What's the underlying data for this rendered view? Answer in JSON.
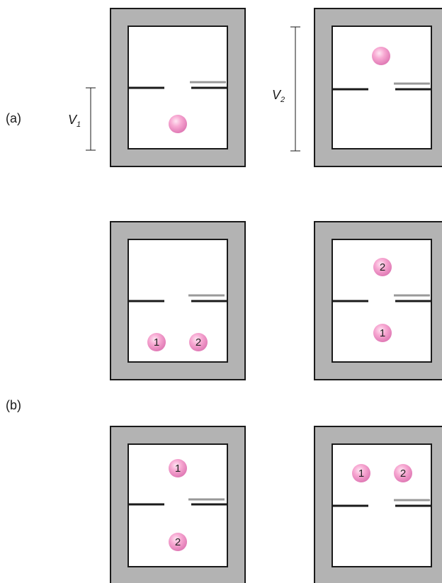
{
  "labels": {
    "panel_a": "(a)",
    "panel_b": "(b)",
    "v1": "V",
    "v1_sub": "1",
    "v2": "V",
    "v2_sub": "2"
  },
  "colors": {
    "frame": "#b3b3b3",
    "particle": "#f29ac8",
    "door": "#999999",
    "wall": "#1a1a1a"
  },
  "boxes": [
    {
      "id": "a-left",
      "particles": [
        {
          "label": ""
        }
      ]
    },
    {
      "id": "a-right",
      "particles": [
        {
          "label": ""
        }
      ]
    },
    {
      "id": "b1-left",
      "particles": [
        {
          "label": "1"
        },
        {
          "label": "2"
        }
      ]
    },
    {
      "id": "b1-right",
      "particles": [
        {
          "label": "2"
        },
        {
          "label": "1"
        }
      ]
    },
    {
      "id": "b2-left",
      "particles": [
        {
          "label": "1"
        },
        {
          "label": "2"
        }
      ]
    },
    {
      "id": "b2-right",
      "particles": [
        {
          "label": "1"
        },
        {
          "label": "2"
        }
      ]
    }
  ]
}
